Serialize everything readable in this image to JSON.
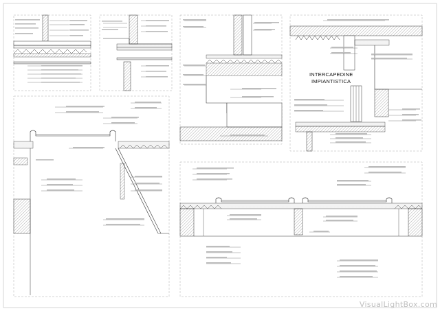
{
  "labels": {
    "title_line1": "INTERCAPEDINE",
    "title_line2": "IMPIANTISTICA"
  },
  "watermark": "VisualLightBox.com",
  "colors": {
    "line": "#222222",
    "hatch": "#666666",
    "border": "#9a9a9a",
    "watermark": "#bfbfbf"
  }
}
